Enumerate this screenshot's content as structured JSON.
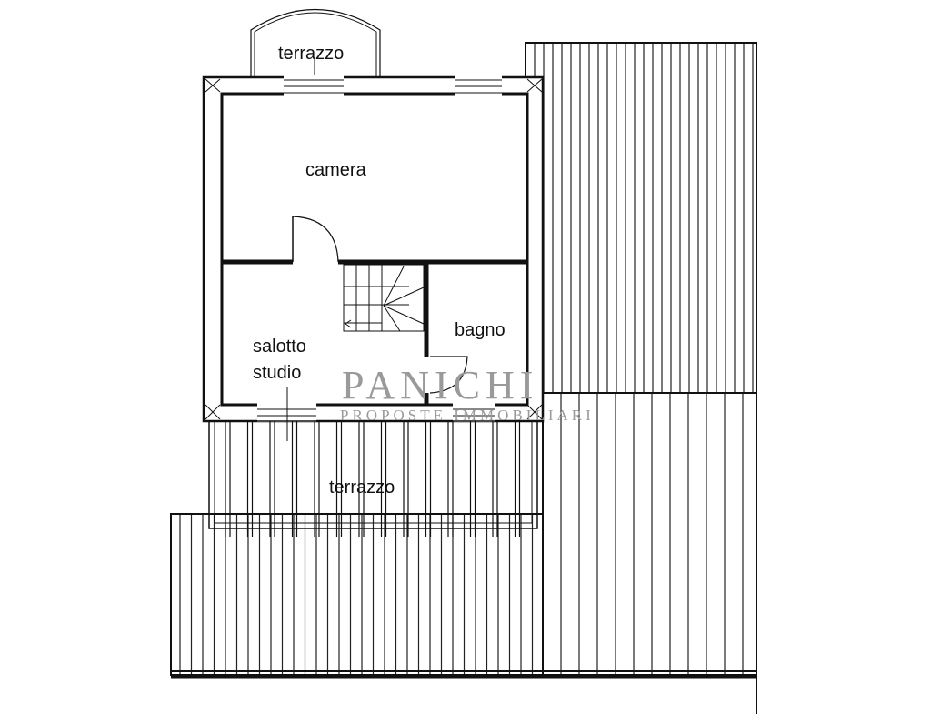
{
  "plan": {
    "rooms": {
      "terrazzo_top": "terrazzo",
      "camera": "camera",
      "salotto": "salotto",
      "studio": "studio",
      "bagno": "bagno",
      "terrazzo_bottom": "terrazzo"
    },
    "watermark": {
      "brand": "PANICHI",
      "tagline": "PROPOSTE IMMOBILIARI"
    }
  }
}
